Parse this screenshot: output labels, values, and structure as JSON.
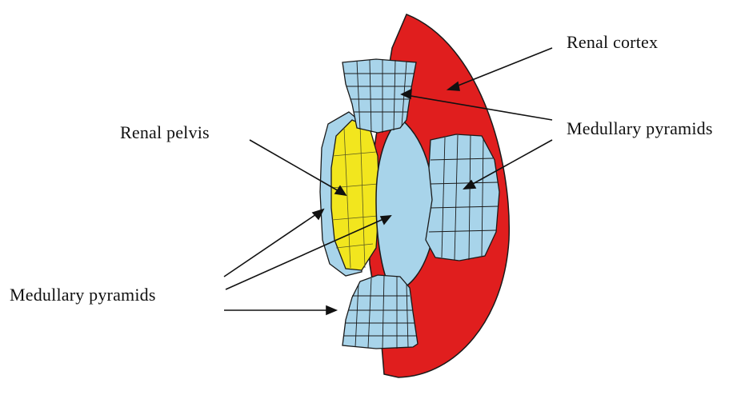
{
  "labels": {
    "renal_cortex": "Renal cortex",
    "medullary_pyramids_right": "Medullary pyramids",
    "renal_pelvis": "Renal pelvis",
    "medullary_pyramids_left": "Medullary pyramids"
  },
  "colors": {
    "cortex": "#e01e1e",
    "pyramid": "#a8d4ea",
    "pelvis": "#f2e61e",
    "outline": "#1a1a1a",
    "text": "#111111"
  }
}
